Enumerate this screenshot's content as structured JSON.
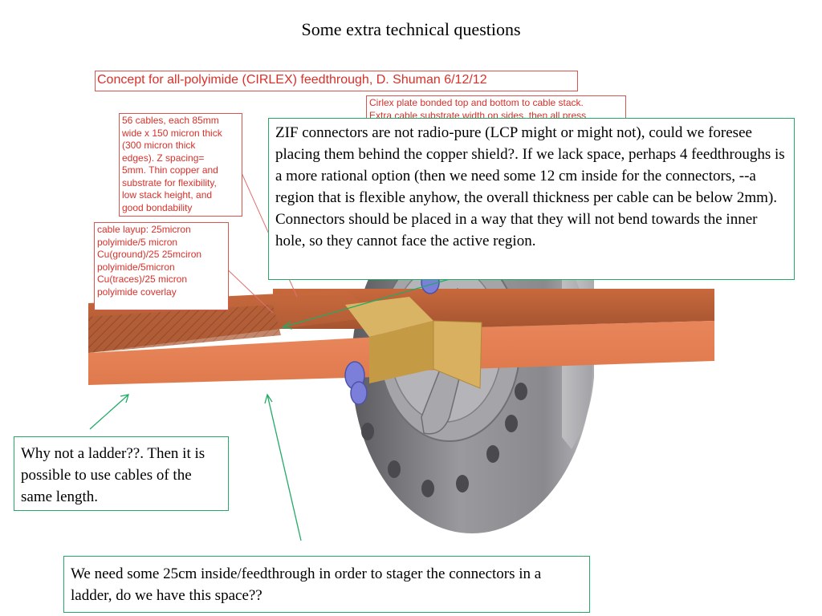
{
  "slide": {
    "title": "Some extra technical questions"
  },
  "drawing_notes": {
    "title": "Concept for  all-polyimide (CIRLEX) feedthrough, D. Shuman 6/12/12",
    "cables": [
      "56 cables, each 85mm",
      "wide x  150 micron thick",
      "(300 micron thick",
      "edges). Z spacing=",
      "5mm. Thin copper and",
      "substrate for  flexibility,",
      "low stack height, and",
      "good bondability"
    ],
    "layup": [
      "cable layup: 25micron",
      "polyimide/5 micron",
      "Cu(ground)/25 25mciron",
      "polyimide/5micron",
      "Cu(traces)/25 micron",
      "polyimide coverlay"
    ],
    "cirlex": [
      "Cirlex plate bonded top and bottom to cable stack.",
      "Extra cable substrate width on sides, then  all press"
    ]
  },
  "comments": {
    "zif": "ZIF connectors are not radio-pure (LCP might or might not), could we foresee placing them behind the copper shield?. If we lack space, perhaps 4 feedthroughs is a more rational option (then we need some 12 cm inside for the connectors, --a region that is flexible anyhow, the overall thickness per cable can be below 2mm). Connectors should be placed in a way that they will not bend towards the inner hole, so they cannot face the active region.",
    "ladder": "Why not a ladder??. Then it is possible to use cables of the same length.",
    "space": "We need some 25cm inside/feedthrough in order to stager the connectors in a ladder, do we have this space??"
  },
  "colors": {
    "annotation_red": "#d9302a",
    "callout_green": "#22aa66",
    "cable_copper": "#d9784a",
    "flange_gray": "#8e8e92",
    "connector_gold": "#c9a24e",
    "bolt_blue": "#7b7fd9"
  }
}
